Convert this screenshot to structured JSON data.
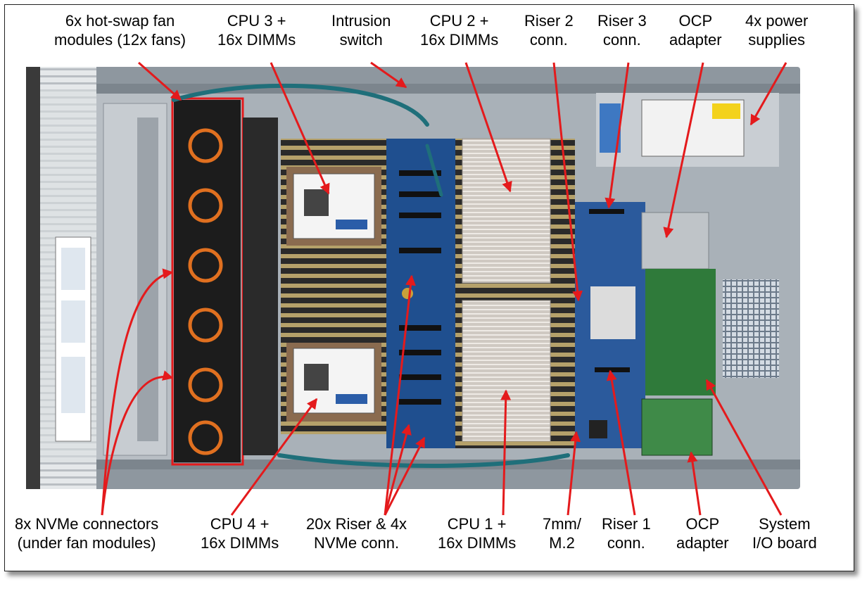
{
  "colors": {
    "arrow": "#e41a1c",
    "board_blue": "#1f4f8f",
    "chassis": "#9aa3ab",
    "fan_black": "#1c1c1c",
    "fan_ring": "#e07020",
    "heatsink": "#d9d4cf",
    "dimm_gold": "#b5a16a",
    "green_board": "#2f7a3a"
  },
  "labels": {
    "fans": {
      "line1": "6x hot-swap fan",
      "line2": "modules (12x fans)"
    },
    "cpu3": {
      "line1": "CPU 3 +",
      "line2": "16x DIMMs"
    },
    "intrusion": {
      "line1": "Intrusion",
      "line2": "switch"
    },
    "cpu2": {
      "line1": "CPU 2 +",
      "line2": "16x DIMMs"
    },
    "riser2": {
      "line1": "Riser 2",
      "line2": "conn."
    },
    "riser3": {
      "line1": "Riser 3",
      "line2": "conn."
    },
    "ocp_top": {
      "line1": "OCP",
      "line2": "adapter"
    },
    "psu": {
      "line1": "4x power",
      "line2": "supplies"
    },
    "nvme": {
      "line1": "8x NVMe connectors",
      "line2": "(under fan modules)"
    },
    "cpu4": {
      "line1": "CPU 4 +",
      "line2": "16x DIMMs"
    },
    "riser_nvme": {
      "line1": "20x Riser & 4x",
      "line2": "NVMe conn."
    },
    "cpu1": {
      "line1": "CPU 1 +",
      "line2": "16x DIMMs"
    },
    "m2": {
      "line1": "7mm/",
      "line2": "M.2"
    },
    "riser1": {
      "line1": "Riser 1",
      "line2": "conn."
    },
    "ocp_bottom": {
      "line1": "OCP",
      "line2": "adapter"
    },
    "sysio": {
      "line1": "System",
      "line2": "I/O board"
    }
  }
}
